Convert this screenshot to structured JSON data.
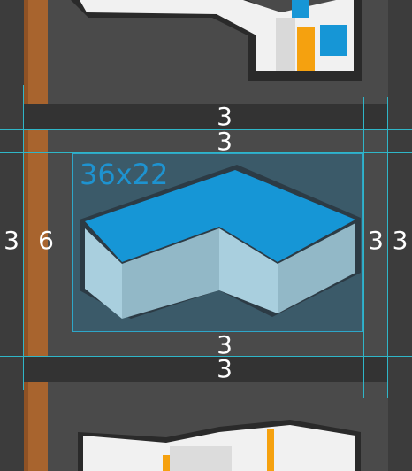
{
  "canvas": {
    "background": "#4a4a4a",
    "dark_band": "#333333",
    "guide_color": "#2fb6c8",
    "selection_fill": "#3b5a69",
    "selection_border": "#2ea6c8"
  },
  "selection": {
    "size_label": "36x22"
  },
  "measurements": {
    "top_outer": "3",
    "top_inner": "3",
    "bottom_inner": "3",
    "bottom_outer": "3",
    "left_outer": "3",
    "left_inner": "6",
    "right_inner": "3",
    "right_outer": "3"
  },
  "colors": {
    "wood": "#a8642e",
    "tile_top": "#1696d6",
    "tile_front": "#a9cfde",
    "tile_front_shade": "#92b8c7",
    "tile_outline": "#2c3b45",
    "white_pipe": "#f1f1f1",
    "orange_stripe": "#f5a10f"
  }
}
